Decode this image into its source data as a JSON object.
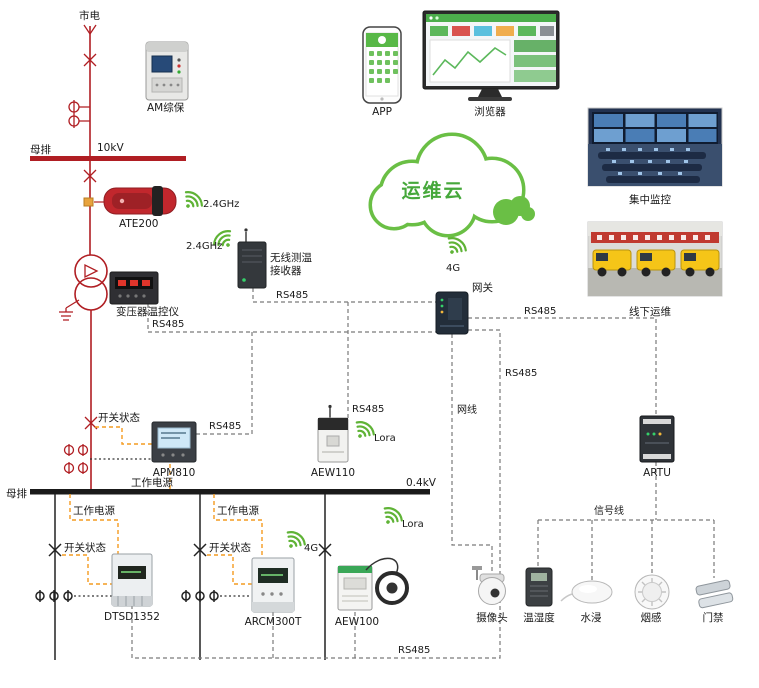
{
  "electrical": {
    "utility": "市电",
    "busbar": "母排",
    "voltage_high": "10kV",
    "voltage_low": "0.4kV",
    "switch_status": "开关状态",
    "working_power": "工作电源"
  },
  "devices": {
    "am_relay": "AM综保",
    "ate200": "ATE200",
    "transformer_monitor": "变压器温控仪",
    "receiver_line1": "无线测温",
    "receiver_line2": "接收器",
    "gateway": "网关",
    "apm810": "APM810",
    "aew110": "AEW110",
    "artu": "ARTU",
    "dtsd1352": "DTSD1352",
    "arcm300t": "ARCM300T",
    "aew100": "AEW100",
    "camera": "摄像头",
    "temp_humidity": "温湿度",
    "water_sensor": "水浸",
    "smoke_sensor": "烟感",
    "door_access": "门禁"
  },
  "cloud": {
    "label": "运维云"
  },
  "clients": {
    "app": "APP",
    "browser": "浏览器"
  },
  "photos": {
    "central": "集中监控",
    "field": "线下运维"
  },
  "links": {
    "rs485": "RS485",
    "network_cable": "网线",
    "signal_line": "信号线",
    "ghz24": "2.4GHz",
    "g4": "4G",
    "lora": "Lora"
  },
  "colors": {
    "line_red": "#b01e23",
    "green": "#5fb336",
    "orange": "#f49b20",
    "cloud_green": "#6abf45"
  }
}
